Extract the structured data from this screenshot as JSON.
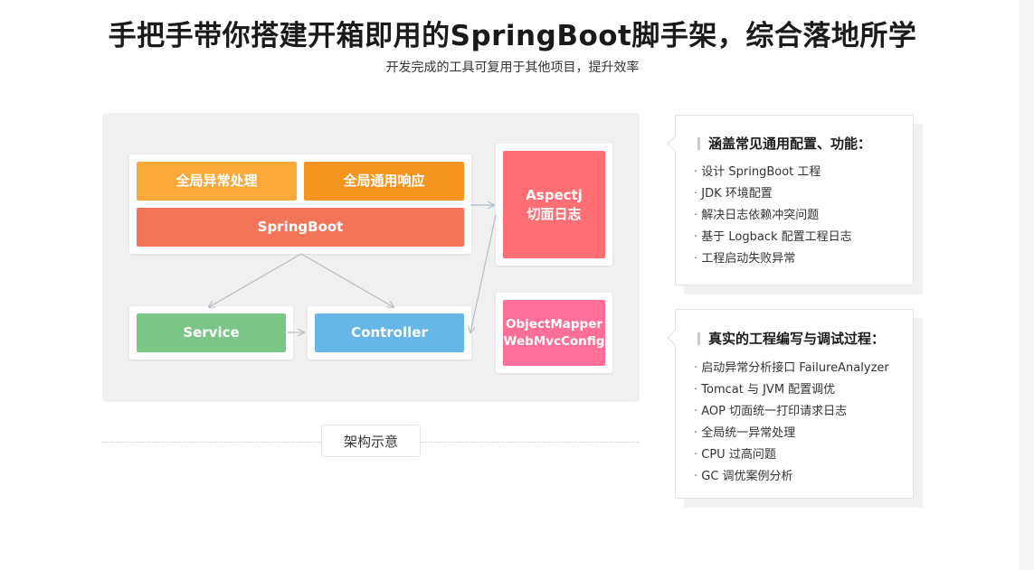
{
  "header": {
    "title": "手把手带你搭建开箱即用的SpringBoot脚手架，综合落地所学",
    "subtitle": "开发完成的工具可复用于其他项目，提升效率"
  },
  "diagram": {
    "global_exception": "全局异常处理",
    "global_response": "全局通用响应",
    "springboot": "SpringBoot",
    "aspectj_line1": "Aspectj",
    "aspectj_line2": "切面日志",
    "service": "Service",
    "controller": "Controller",
    "objectmapper_line1": "ObjectMapper",
    "objectmapper_line2": "WebMvcConfig",
    "caption": "架构示意"
  },
  "colors": {
    "yellow_orange": "#f9a93a",
    "orange": "#f5951f",
    "coral": "#f27559",
    "red_pink": "#ff6f74",
    "green": "#7bc587",
    "blue": "#67b6e8",
    "pink": "#ff6f97"
  },
  "features": {
    "heading": "涵盖常见通用配置、功能：",
    "items": [
      "设计 SpringBoot 工程",
      "JDK 环境配置",
      "解决日志依赖冲突问题",
      "基于 Logback 配置工程日志",
      "工程启动失败异常"
    ]
  },
  "process": {
    "heading": "真实的工程编写与调试过程：",
    "items": [
      "启动异常分析接口 FailureAnalyzer",
      "Tomcat 与 JVM 配置调优",
      "AOP 切面统一打印请求日志",
      "全局统一异常处理",
      "CPU 过高问题",
      "GC 调优案例分析"
    ]
  }
}
